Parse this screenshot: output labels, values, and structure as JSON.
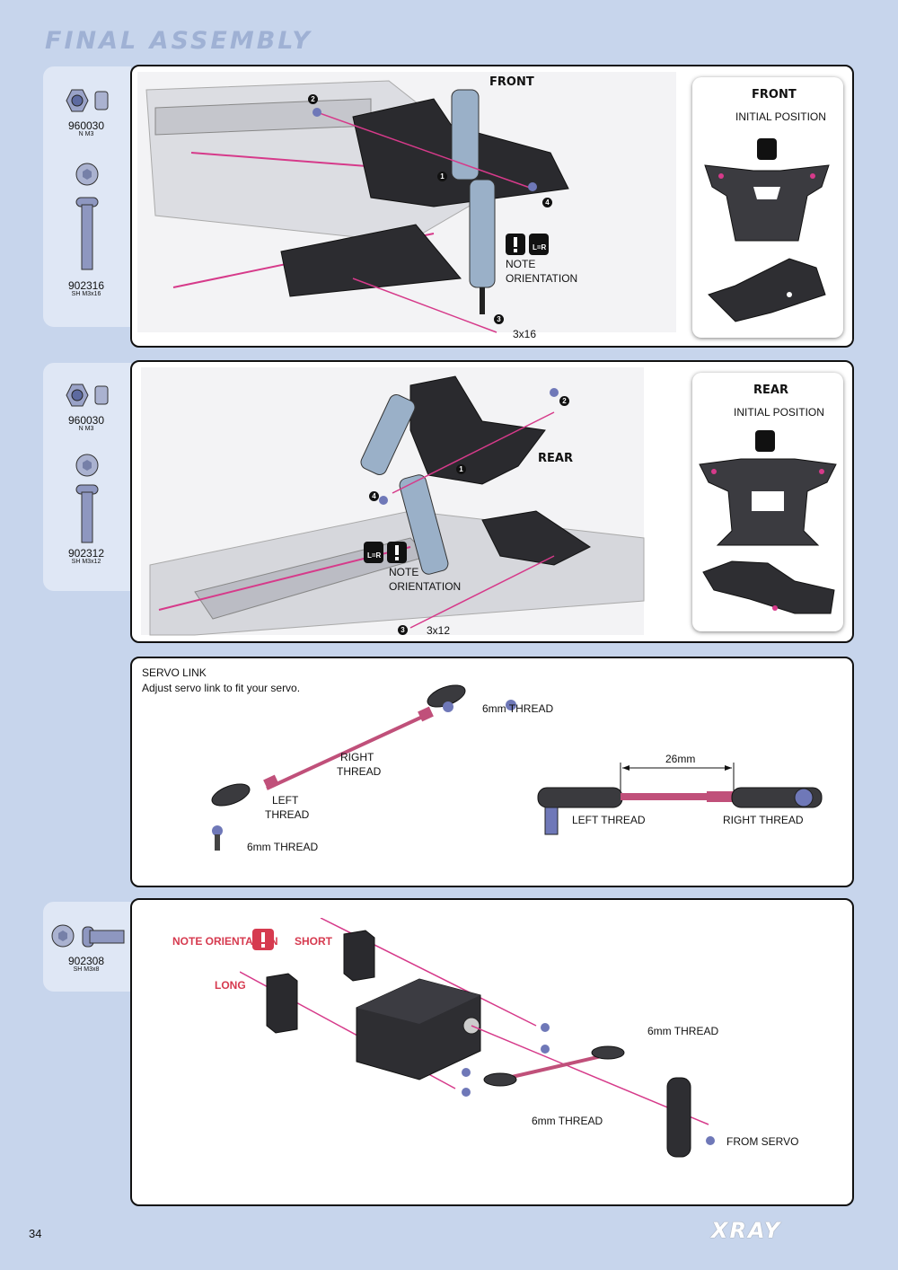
{
  "page": {
    "title": "FINAL ASSEMBLY",
    "number": "34",
    "logo": "XRAY"
  },
  "step1": {
    "parts": [
      {
        "code": "960030",
        "sub": "N M3"
      },
      {
        "code": "902316",
        "sub": "SH M3x16"
      }
    ],
    "header": "FRONT",
    "callouts": [
      "1",
      "2",
      "3",
      "4"
    ],
    "screw": "3x16",
    "note": "NOTE",
    "orientation": "ORIENTATION",
    "lr": "L=R",
    "subpanel": {
      "header": "FRONT",
      "caption": "INITIAL POSITION"
    }
  },
  "step2": {
    "parts": [
      {
        "code": "960030",
        "sub": "N M3"
      },
      {
        "code": "902312",
        "sub": "SH M3x12"
      }
    ],
    "header": "REAR",
    "callouts": [
      "1",
      "2",
      "3",
      "4"
    ],
    "screw": "3x12",
    "note": "NOTE",
    "orientation": "ORIENTATION",
    "lr": "L=R",
    "subpanel": {
      "header": "REAR",
      "caption": "INITIAL POSITION"
    }
  },
  "step3": {
    "title": "SERVO LINK",
    "subtitle": "Adjust servo link to fit your servo.",
    "left_thread_1": "LEFT",
    "left_thread_2": "THREAD",
    "right_thread_1": "RIGHT",
    "right_thread_2": "THREAD",
    "thread_top": "6mm THREAD",
    "thread_bottom": "6mm THREAD",
    "dimension": "26mm",
    "left_label": "LEFT  THREAD",
    "right_label": "RIGHT  THREAD"
  },
  "step4": {
    "parts": [
      {
        "code": "902308",
        "sub": "SH M3x8"
      }
    ],
    "note_orientation": "NOTE ORIENTATION",
    "short": "SHORT",
    "long": "LONG",
    "thread_top": "6mm THREAD",
    "thread_bottom": "6mm THREAD",
    "from_servo": "FROM SERVO"
  },
  "colors": {
    "background": "#c7d5ec",
    "accent_pink": "#d63a8a",
    "note_red": "#d63a4f"
  }
}
